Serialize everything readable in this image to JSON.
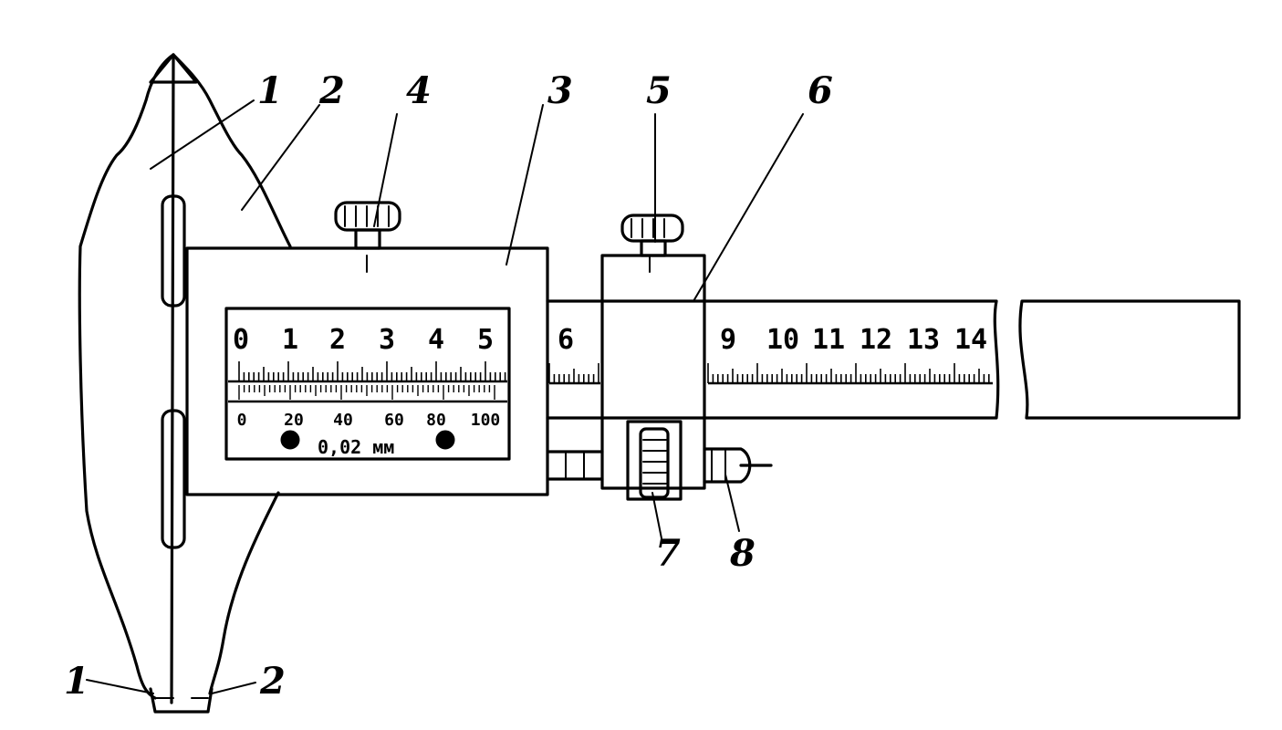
{
  "figure": {
    "callouts": [
      {
        "id": "c1",
        "text": "1"
      },
      {
        "id": "c2",
        "text": "2"
      },
      {
        "id": "c3",
        "text": "3"
      },
      {
        "id": "c4",
        "text": "4"
      },
      {
        "id": "c5",
        "text": "5"
      },
      {
        "id": "c6",
        "text": "6"
      },
      {
        "id": "c7",
        "text": "7"
      },
      {
        "id": "c8",
        "text": "8"
      },
      {
        "id": "c1b",
        "text": "1"
      },
      {
        "id": "c2b",
        "text": "2"
      }
    ],
    "main_scale_labels": [
      "0",
      "1",
      "2",
      "3",
      "4",
      "5",
      "6",
      "9",
      "10",
      "11",
      "12",
      "13",
      "14"
    ],
    "vernier_labels": [
      "0",
      "20",
      "40",
      "60",
      "80",
      "100"
    ],
    "resolution_label": "0,02 мм"
  }
}
